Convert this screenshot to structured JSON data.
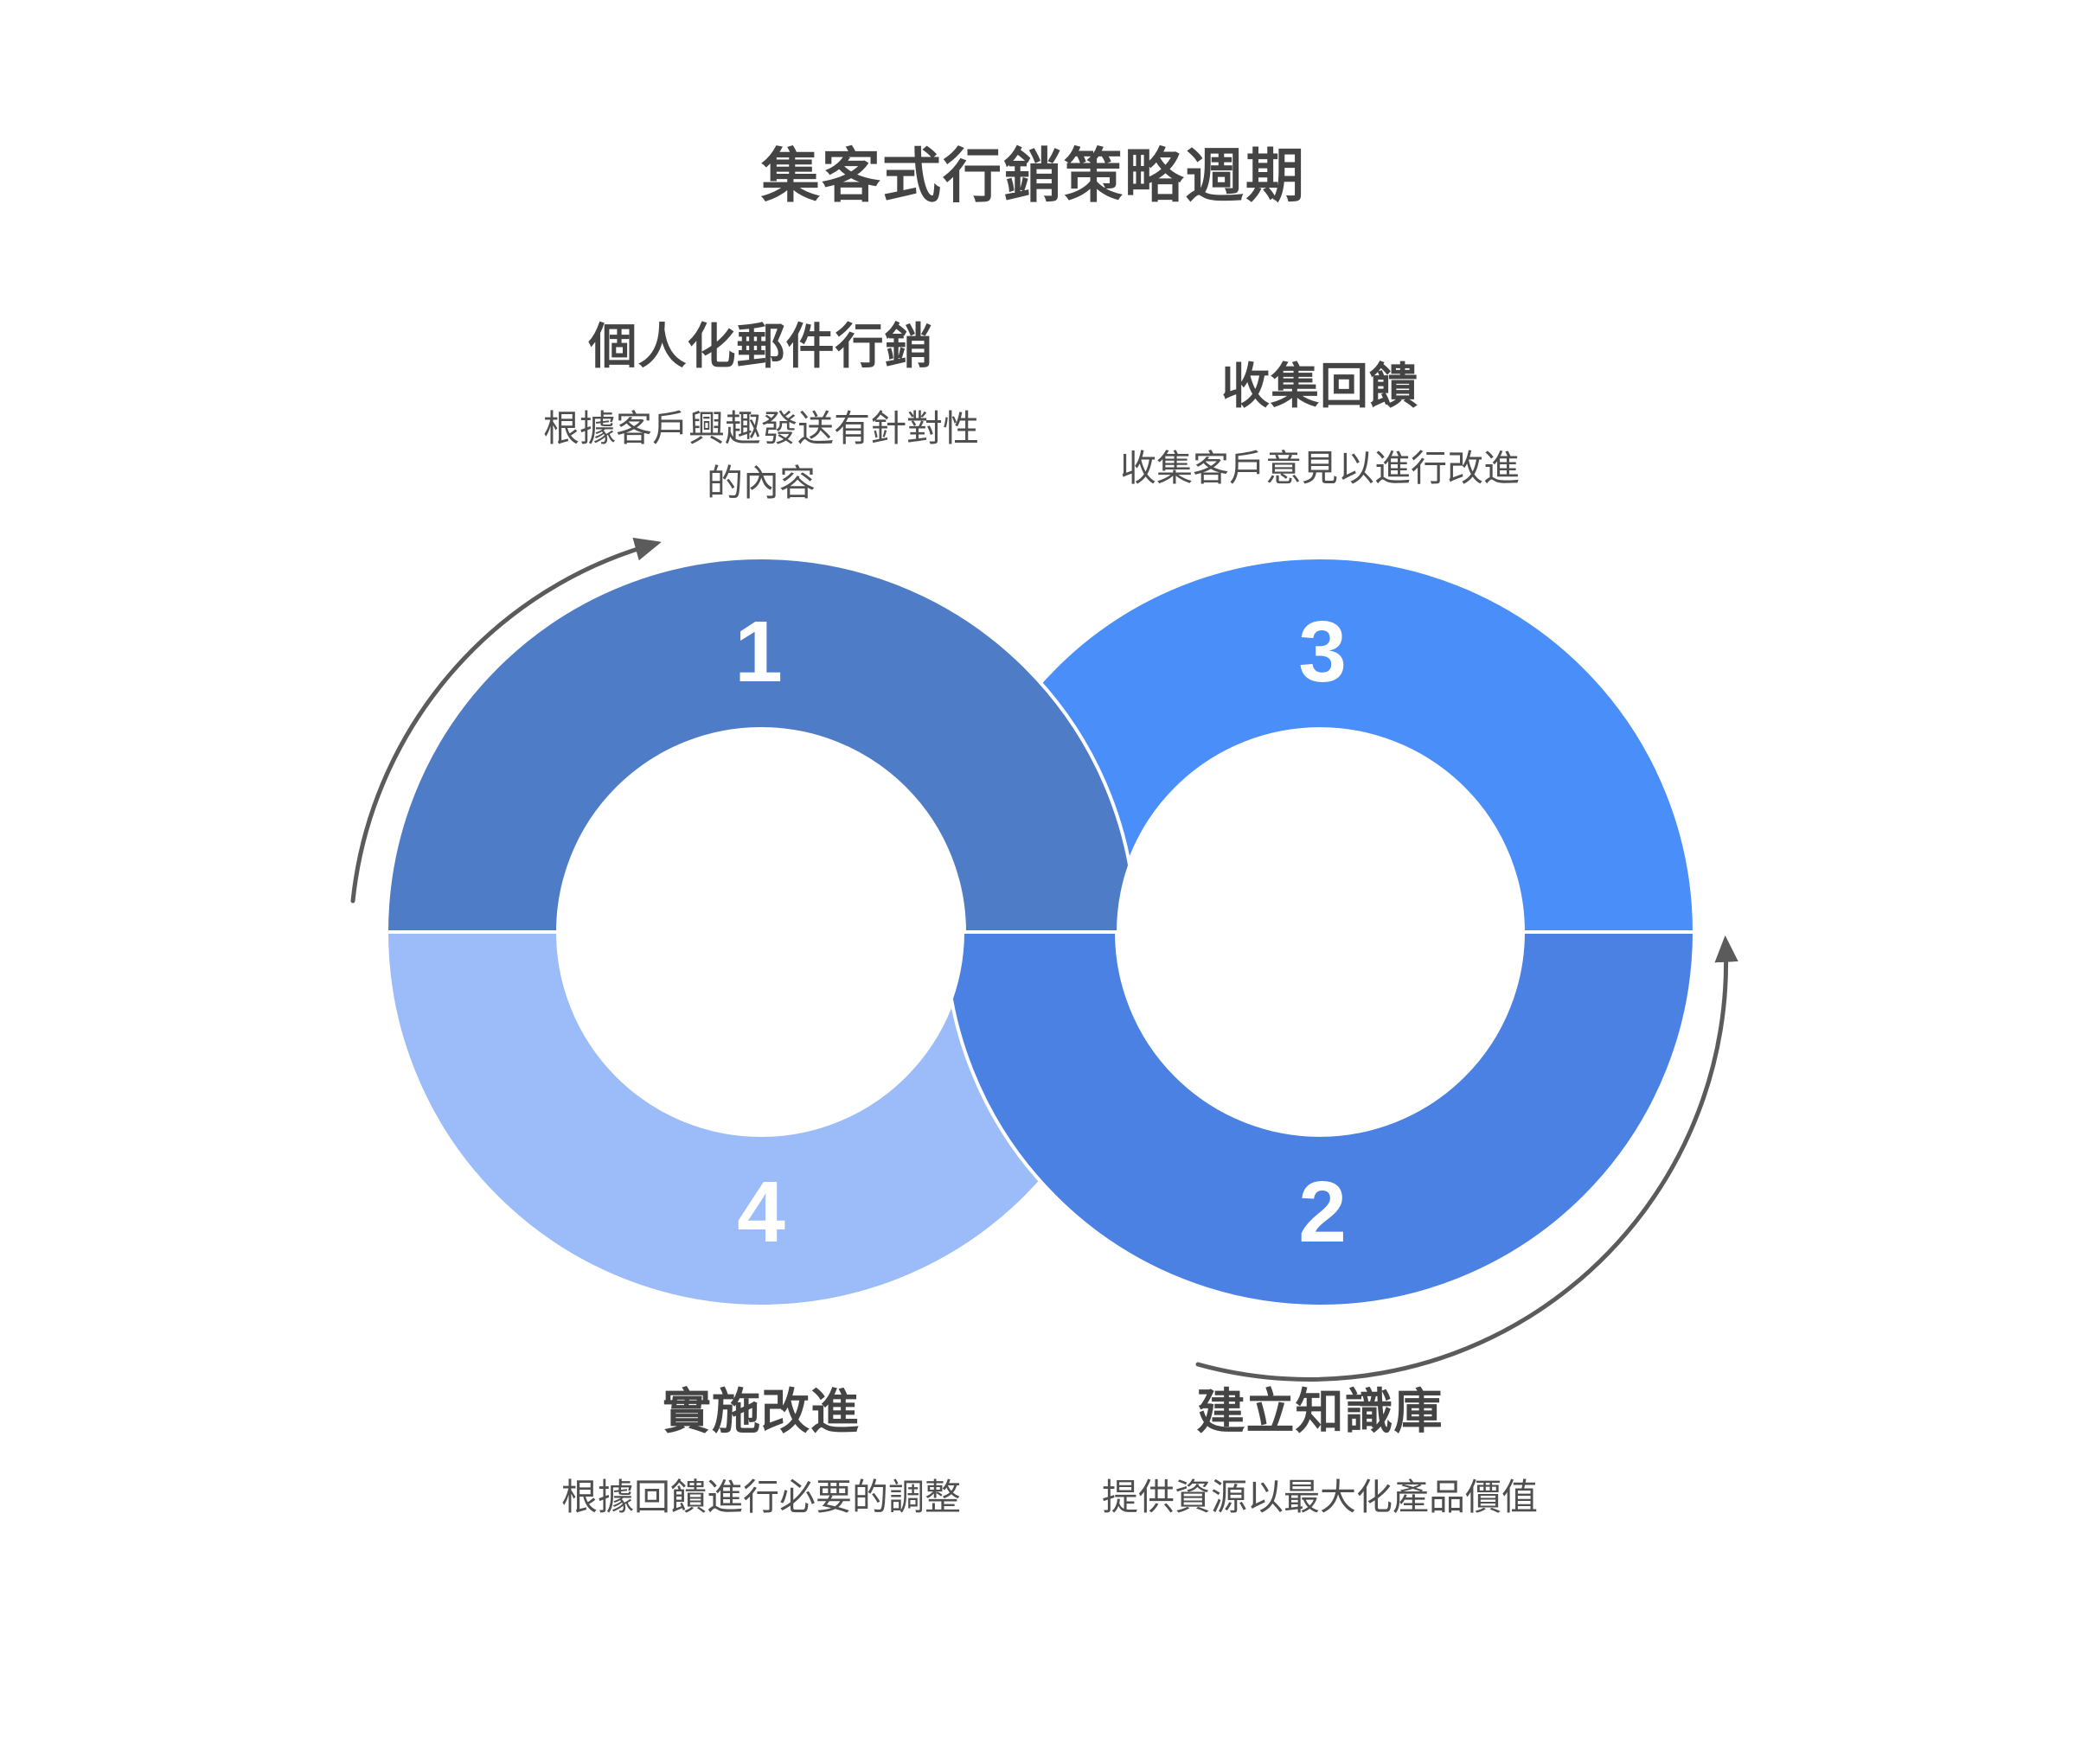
{
  "title": "集客式行銷策略週期",
  "colors": {
    "segment1": "#4E7CC7",
    "segment2": "#4A81E2",
    "segment3": "#4A8FF9",
    "segment4": "#9BBCF9",
    "arrow": "#5B5B5B",
    "heading_text": "#444444",
    "body_text": "#4F4F4F",
    "number_text": "#FFFFFF",
    "background": "#FFFFFF"
  },
  "steps": [
    {
      "number": "1",
      "label": "個人化郵件行銷",
      "description": "根據客戶興趣發送有針對性的內容",
      "position": "top-left"
    },
    {
      "number": "2",
      "label": "建立知識庫",
      "description": "提供資源以最大化產品價值",
      "position": "bottom-right"
    },
    {
      "number": "3",
      "label": "收集回饋",
      "description": "收集客戶意見以進行改進",
      "position": "top-right"
    },
    {
      "number": "4",
      "label": "實施改進",
      "description": "根據回饋進行必要的調整",
      "position": "bottom-left"
    }
  ]
}
